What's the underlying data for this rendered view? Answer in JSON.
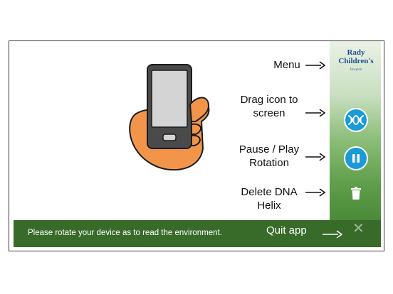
{
  "labels": {
    "menu": "Menu",
    "drag_line1": "Drag icon to",
    "drag_line2": "screen",
    "pause_line1": "Pause / Play",
    "pause_line2": "Rotation",
    "delete_line1": "Delete DNA",
    "delete_line2": "Helix",
    "quit": "Quit app"
  },
  "logo": {
    "line1": "Rady",
    "line2": "Children's",
    "line3": "Hospital"
  },
  "bottom_bar": {
    "message": "Please rotate your device as to read the environment."
  },
  "icons": {
    "dna": "dna-helix-icon",
    "pause": "pause-icon",
    "trash": "trash-icon",
    "close": "close-icon",
    "phone": "hand-holding-phone-icon"
  },
  "colors": {
    "bar_green": "#386b29",
    "button_blue": "#1a9ad6",
    "hand_orange": "#f2954a",
    "phone_dark": "#4a4a4a",
    "screen_grey": "#d4d4d4"
  }
}
